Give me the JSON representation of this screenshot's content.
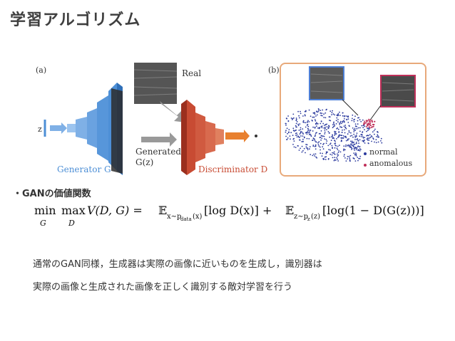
{
  "title": "学習アルゴリズム",
  "figure": {
    "panel_a_label": "(a)",
    "panel_b_label": "(b)",
    "real_label": "Real",
    "generated_label_1": "Generated",
    "generated_label_2": "G(z)",
    "generator_label": "Generator G",
    "discriminator_label": "Discriminator D",
    "z_label": "z",
    "legend_normal": "normal",
    "legend_anomalous": "anomalous",
    "colors": {
      "generator": "#4d8fd6",
      "discriminator": "#c84b33",
      "output": "#e8802f",
      "panel_border": "#e8a97a",
      "normal_points": "#2b3a9e",
      "anomalous_points": "#c0305a"
    }
  },
  "bullet": "・GANの価値関数",
  "formula": {
    "min": "min",
    "min_sub": "G",
    "max": "max",
    "max_sub": "D",
    "vdg": "V(D, G) = ",
    "e1": "𝔼",
    "e1_sub": "x∼p",
    "e1_subsub": "data",
    "e1_subtail": "(x)",
    "term1": " [log D(x)] + ",
    "e2": "𝔼",
    "e2_sub": "z∼p",
    "e2_subsub": "z",
    "e2_subtail": "(z)",
    "term2": " [log(1 − D(G(z)))]"
  },
  "body": {
    "line1": "通常のGAN同様，生成器は実際の画像に近いものを生成し，識別器は",
    "line2": "実際の画像と生成された画像を正しく識別する敵対学習を行う"
  }
}
